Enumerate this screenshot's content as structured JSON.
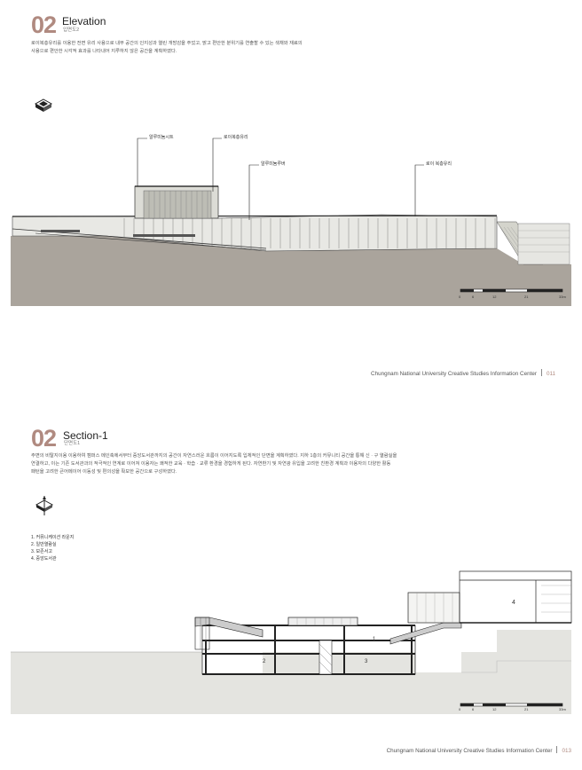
{
  "section1": {
    "number": "02",
    "title": "Elevation",
    "subtitle": "입면도2",
    "description_line1": "로이복층유리를 이용한 전면 유리 사용으로 내부 공간의 인지성과 열린 개방감을 주었고,  밝고 편안한 분위기를 연출할 수 있는 색채와 재료의",
    "description_line2": "사용으로 편안한 시각적 효과를 나타내어 지루하지 않은 공간을 계획하였다.",
    "callouts": [
      "알루미늄시트",
      "로이복층유리",
      "알루미늄루버",
      "로이 복층유리"
    ],
    "scale_labels": [
      "0",
      "6",
      "12",
      "21",
      "33m"
    ],
    "footer_text": "Chungnam National University Creative Studies Information Center",
    "page_number": "011"
  },
  "section2": {
    "number": "02",
    "title": "Section-1",
    "subtitle": "단면도1",
    "description_line1": "주변의 비탈지이용 이용하여 캠퍼스 메인축에서부터 중앙도서관까지의 공간이 자연스러운 흐름이 이어지도록 입체적인 단면을 계획하였다. 지하 1층의 커뮤니티 공간을 통해 신 · 구 열람실을",
    "description_line2": "연결하고, 이는 기존 도서관과의 적극적인 연계로 이어져 이용자는 쾌적한 교육 · 학습 · 교류 환경을 경험하게 된다. 자연환기 및 자연광 유입을 고려한 친환경 계획과 이용자의 다양한 활동",
    "description_line3": "패턴을 고려한 큰어메이어 이동성 및 편의성을 확보한 공간으로 구성하였다.",
    "legend": [
      "1. 커뮤니케이션 라운지",
      "2. 일반열람실",
      "3. 보존서고",
      "4. 중앙도서관"
    ],
    "room_numbers": [
      "1",
      "2",
      "3",
      "4"
    ],
    "scale_labels": [
      "0",
      "6",
      "12",
      "21",
      "33m"
    ],
    "footer_text": "Chungnam National University Creative Studies Information Center",
    "page_number": "013"
  }
}
